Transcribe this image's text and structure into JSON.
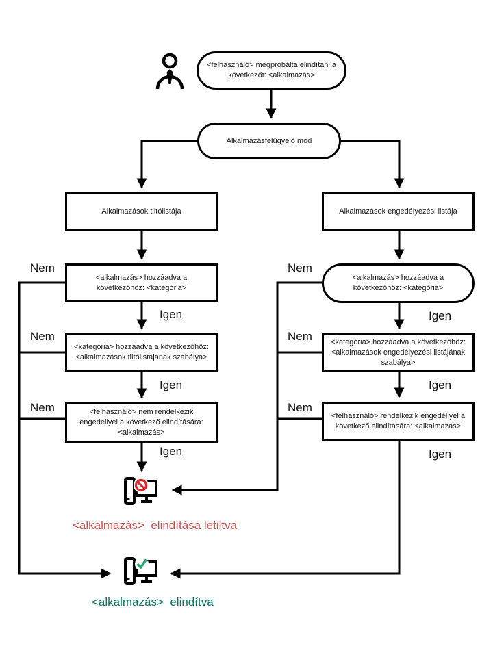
{
  "labels": {
    "yes": "Igen",
    "no": "Nem"
  },
  "nodes": {
    "start": "<felhasználó> megpróbálta elindítani a következőt: <alkalmazás>",
    "mode": "Alkalmazásfelügyelő mód",
    "denylist_title": "Alkalmazások tiltólistája",
    "allowlist_title": "Alkalmazások engedélyezési listája",
    "deny_step1": "<alkalmazás> hozzáadva a következőhöz: <kategória>",
    "deny_step2": "<kategória> hozzáadva a következőhöz: <alkalmazások tiltólistájának szabálya>",
    "deny_step3": "<felhasználó> nem rendelkezik engedéllyel a következő elindítására: <alkalmazás>",
    "allow_step1": "<alkalmazás> hozzáadva a következőhöz: <kategória>",
    "allow_step2": "<kategória> hozzáadva a következőhöz: <alkalmazások engedélyezési listájának szabálya>",
    "allow_step3": "<felhasználó> rendelkezik engedéllyel a következő elindítására: <alkalmazás>"
  },
  "outcomes": {
    "blocked": "<alkalmazás>  elindítása letiltva",
    "started": "<alkalmazás>  elindítva"
  },
  "icons": {
    "user": "user-icon",
    "blocked_pc": "blocked-computer-icon",
    "started_pc": "started-computer-icon"
  },
  "colors": {
    "line": "#000000",
    "blocked_text": "#c75450",
    "started_text": "#057564",
    "prohibit_sign": "#d32b2b",
    "check_mark": "#27a770"
  }
}
